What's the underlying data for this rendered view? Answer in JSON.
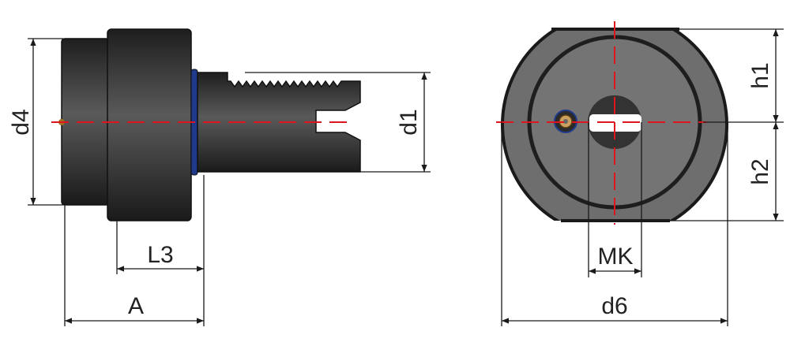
{
  "labels": {
    "d4": "d4",
    "d1": "d1",
    "L3": "L3",
    "A": "A",
    "h1": "h1",
    "h2": "h2",
    "MK": "MK",
    "d6": "d6"
  },
  "colors": {
    "body": "#2e2e2e",
    "face": "#6e6e6e",
    "centerline": "#e0141e",
    "seal": "#1f3a8a"
  }
}
